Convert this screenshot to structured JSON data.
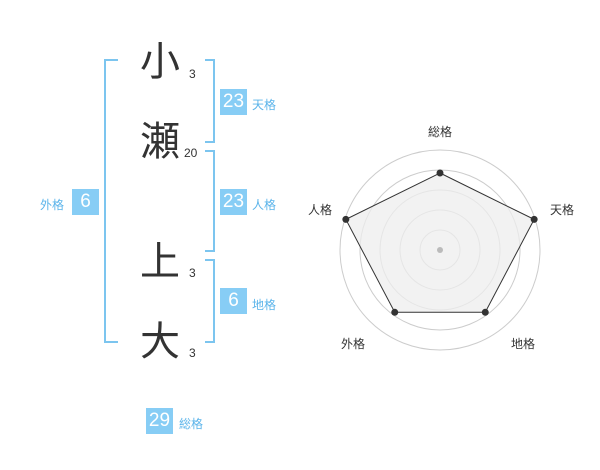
{
  "name": {
    "chars": [
      {
        "char": "小",
        "strokes": "3"
      },
      {
        "char": "瀬",
        "strokes": "20"
      },
      {
        "char": "上",
        "strokes": "3"
      },
      {
        "char": "大",
        "strokes": "3"
      }
    ]
  },
  "fortune": {
    "tenkaku": {
      "value": "23",
      "label": "天格"
    },
    "jinkaku": {
      "value": "23",
      "label": "人格"
    },
    "chikaku": {
      "value": "6",
      "label": "地格"
    },
    "gaikaku": {
      "value": "6",
      "label": "外格"
    },
    "soukaku": {
      "value": "29",
      "label": "総格"
    }
  },
  "radar": {
    "labels": [
      "総格",
      "天格",
      "地格",
      "外格",
      "人格"
    ],
    "levels": 5,
    "scores": [
      0.77,
      0.99,
      0.77,
      0.77,
      0.99
    ],
    "colors": {
      "grid": "#cccccc",
      "fill": "#eeeeee",
      "line": "#333333",
      "dot": "#333333"
    }
  }
}
